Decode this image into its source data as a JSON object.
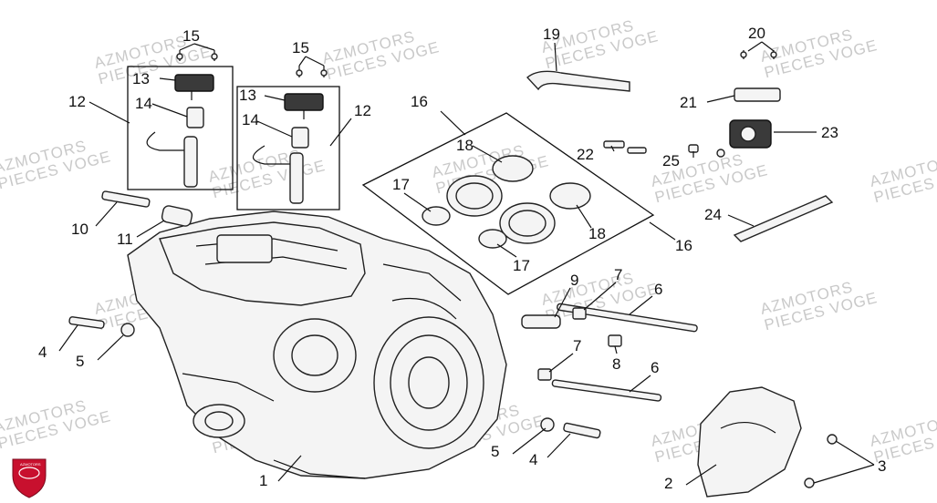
{
  "watermark": {
    "line1": "AZMOTORS",
    "line2": "PIECES VOGE"
  },
  "logo": {
    "text": "AZMOTORS",
    "color": "#c8102e"
  },
  "callouts": [
    {
      "id": "c15a",
      "text": "15"
    },
    {
      "id": "c13a",
      "text": "13"
    },
    {
      "id": "c12a",
      "text": "12"
    },
    {
      "id": "c14a",
      "text": "14"
    },
    {
      "id": "c15b",
      "text": "15"
    },
    {
      "id": "c13b",
      "text": "13"
    },
    {
      "id": "c12b",
      "text": "12"
    },
    {
      "id": "c14b",
      "text": "14"
    },
    {
      "id": "c10",
      "text": "10"
    },
    {
      "id": "c11",
      "text": "11"
    },
    {
      "id": "c16a",
      "text": "16"
    },
    {
      "id": "c18a",
      "text": "18"
    },
    {
      "id": "c17a",
      "text": "17"
    },
    {
      "id": "c18b",
      "text": "18"
    },
    {
      "id": "c17b",
      "text": "17"
    },
    {
      "id": "c16b",
      "text": "16"
    },
    {
      "id": "c19",
      "text": "19"
    },
    {
      "id": "c20",
      "text": "20"
    },
    {
      "id": "c21",
      "text": "21"
    },
    {
      "id": "c23",
      "text": "23"
    },
    {
      "id": "c22",
      "text": "22"
    },
    {
      "id": "c25",
      "text": "25"
    },
    {
      "id": "c24",
      "text": "24"
    },
    {
      "id": "c9",
      "text": "9"
    },
    {
      "id": "c7a",
      "text": "7"
    },
    {
      "id": "c6a",
      "text": "6"
    },
    {
      "id": "c7b",
      "text": "7"
    },
    {
      "id": "c8",
      "text": "8"
    },
    {
      "id": "c6b",
      "text": "6"
    },
    {
      "id": "c4a",
      "text": "4"
    },
    {
      "id": "c5a",
      "text": "5"
    },
    {
      "id": "c5b",
      "text": "5"
    },
    {
      "id": "c4b",
      "text": "4"
    },
    {
      "id": "c1",
      "text": "1"
    },
    {
      "id": "c2",
      "text": "2"
    },
    {
      "id": "c3",
      "text": "3"
    }
  ]
}
